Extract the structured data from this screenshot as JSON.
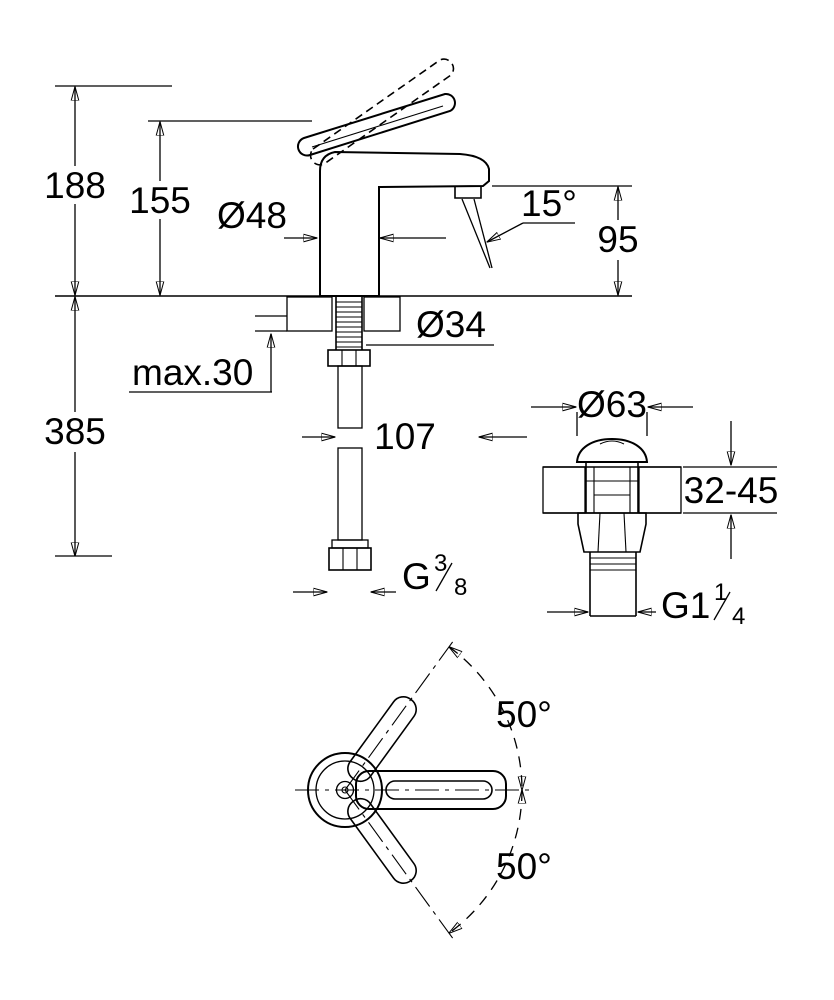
{
  "drawing": {
    "side_view": {
      "overall_height": "188",
      "handle_height": "155",
      "base_diameter": "Ø48",
      "stream_angle": "15°",
      "spout_height": "95",
      "max_mounting_thickness": "max.30",
      "hole_diameter": "Ø34",
      "installation_depth": "385",
      "spout_reach": "107",
      "supply_thread": {
        "prefix": "G",
        "numerator": "3",
        "denominator": "8"
      }
    },
    "waste_view": {
      "cap_diameter": "Ø63",
      "mounting_thickness_range": "32-45",
      "waste_thread": {
        "prefix": "G1",
        "numerator": "1",
        "denominator": "4"
      }
    },
    "top_view": {
      "swing_angle_upper": "50°",
      "swing_angle_lower": "50°"
    }
  },
  "colors": {
    "line": "#000000",
    "background": "#ffffff"
  }
}
